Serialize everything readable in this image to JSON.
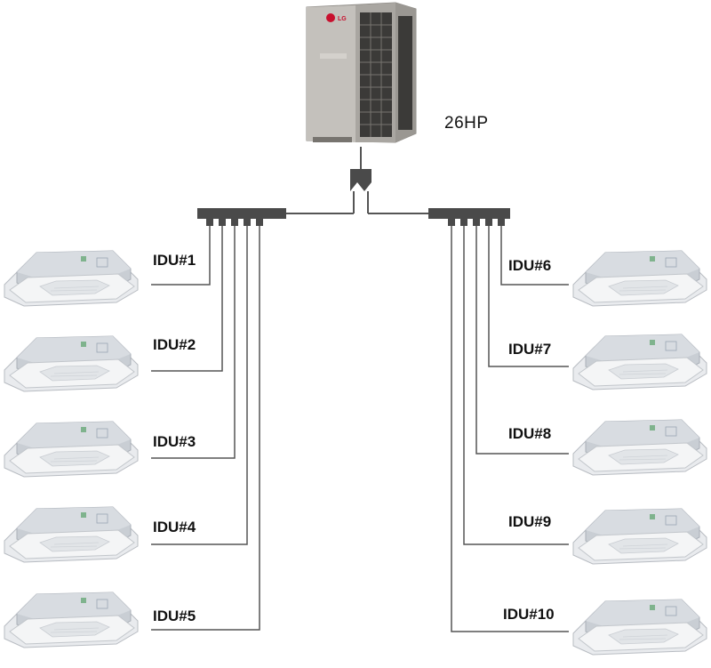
{
  "outdoor_unit": {
    "capacity": "26HP",
    "brand_mark": "LG"
  },
  "left_branch": {
    "units": [
      "IDU#1",
      "IDU#2",
      "IDU#3",
      "IDU#4",
      "IDU#5"
    ]
  },
  "right_branch": {
    "units": [
      "IDU#6",
      "IDU#7",
      "IDU#8",
      "IDU#9",
      "IDU#10"
    ]
  },
  "colors": {
    "pipe": "#555555",
    "header": "#4a4a4a",
    "cassette_body": "#c9ced4",
    "cassette_panel": "#f2f3f4",
    "odu_body": "#b5b2ad"
  }
}
